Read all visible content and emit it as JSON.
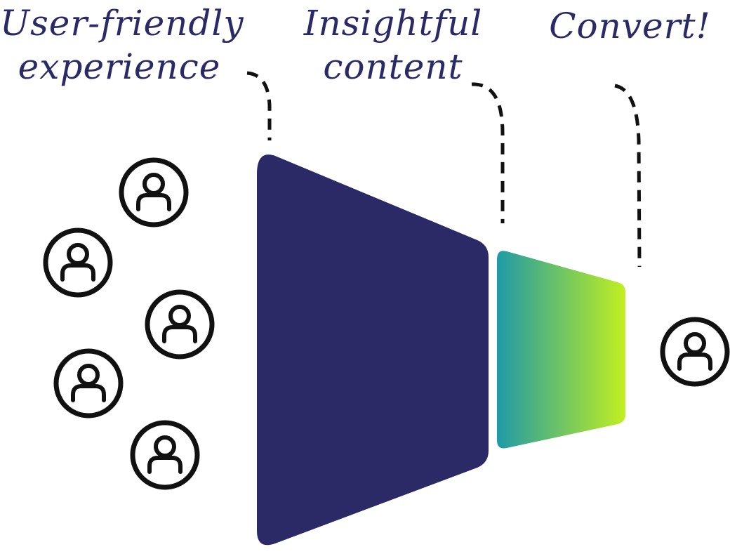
{
  "labels": {
    "stage1": {
      "line1": "User-friendly",
      "line2": "experience"
    },
    "stage2": {
      "line1": "Insightful",
      "line2": "content"
    },
    "stage3": {
      "line1": "Convert!"
    }
  },
  "colors": {
    "text": "#2a2a66",
    "funnel_main": "#2b2a67",
    "funnel_gradient_start": "#1f9aa6",
    "funnel_gradient_end": "#c1ef20",
    "icon_stroke": "#111111",
    "dash": "#111111"
  },
  "icons": {
    "input_users": [
      "user-icon",
      "user-icon",
      "user-icon",
      "user-icon",
      "user-icon"
    ],
    "output_user": "user-icon"
  }
}
